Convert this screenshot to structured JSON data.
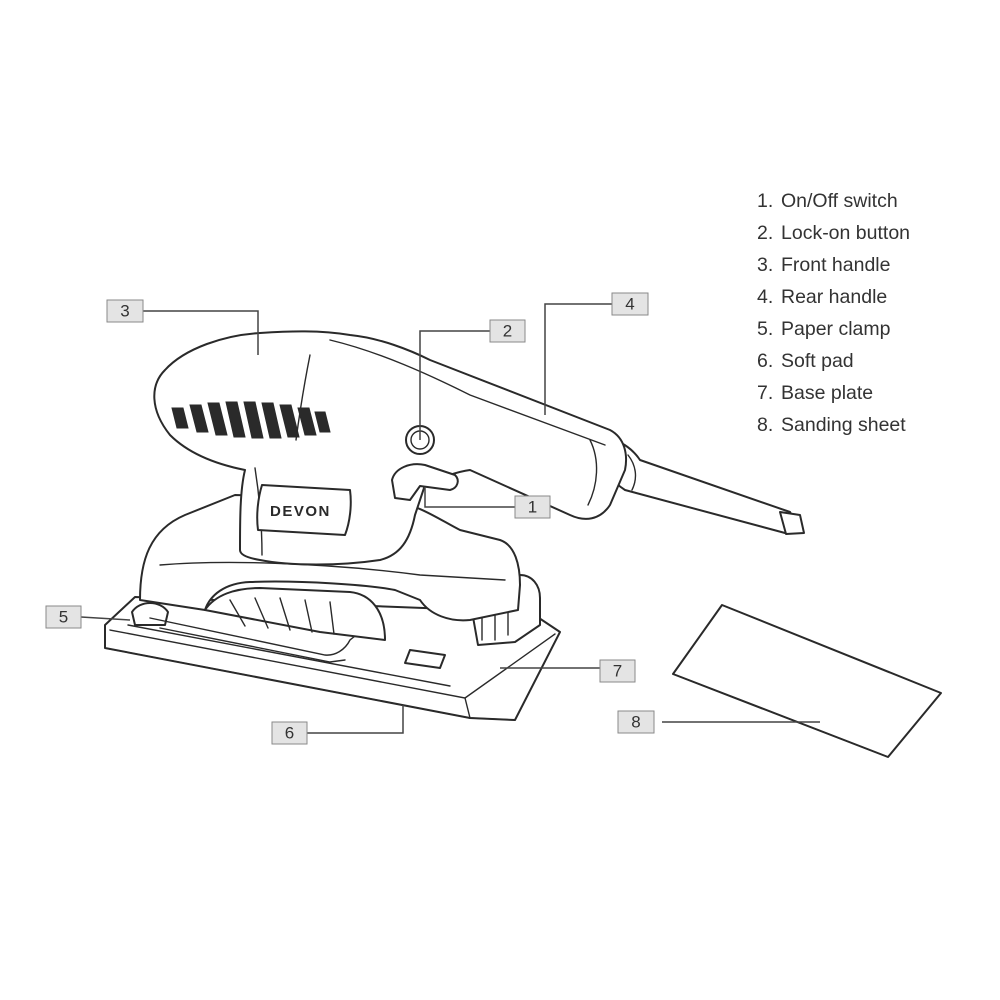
{
  "legend": {
    "items": [
      {
        "num": "1.",
        "text": "On/Off switch"
      },
      {
        "num": "2.",
        "text": "Lock-on button"
      },
      {
        "num": "3.",
        "text": "Front handle"
      },
      {
        "num": "4.",
        "text": "Rear handle"
      },
      {
        "num": "5.",
        "text": "Paper clamp"
      },
      {
        "num": "6.",
        "text": "Soft pad"
      },
      {
        "num": "7.",
        "text": "Base plate"
      },
      {
        "num": "8.",
        "text": "Sanding sheet"
      }
    ]
  },
  "callouts": [
    "1",
    "2",
    "3",
    "4",
    "5",
    "6",
    "7",
    "8"
  ],
  "product": {
    "brand": "DEVON"
  },
  "colors": {
    "line": "#2a2a2a",
    "label_fill": "#e4e4e4",
    "label_border": "#8a8a8a",
    "text": "#333333"
  }
}
